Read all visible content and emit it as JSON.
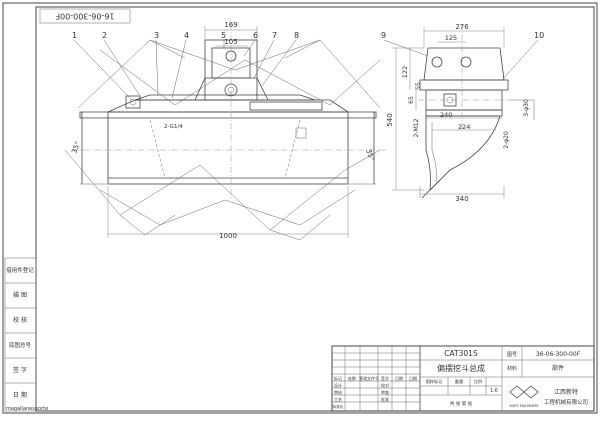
{
  "drawing_number_rotated": "16-06-300-00F",
  "balloons": [
    "1",
    "2",
    "3",
    "4",
    "5",
    "6",
    "7",
    "8",
    "9",
    "10"
  ],
  "dimensions": {
    "top_width": "169",
    "inner_width": "105",
    "overall_length": "1000",
    "right_top": "276",
    "right_inner": "125",
    "right_240": "240",
    "right_224": "224",
    "right_340": "340",
    "right_height": "540",
    "right_v1": "122",
    "right_v2": "65",
    "right_v3": "55",
    "left_angle": "35°",
    "right_angle": "35°",
    "note_m12": "2-M12",
    "note_phi20": "2-φ20",
    "note_phi30": "3-φ30",
    "note_left": "2-G1/4"
  },
  "left_column": [
    "借用件登记",
    "描 图",
    "校 核",
    "底图总号",
    "签 字",
    "日 期"
  ],
  "title_block": {
    "model": "CAT301S",
    "name": "偏摆挖斗总成",
    "drawing_label": "图号",
    "drawing_no": "36-06-300-00F",
    "material_label": "材料",
    "material": "部件",
    "stage_label": "图样标记",
    "weight_label": "重量",
    "scale_label": "比例",
    "scale": "1:6",
    "sheet_text": "共 张 第 张",
    "company_line1": "江西新特",
    "company_line2": "工程机械有限公司",
    "logo_caption": "XINTE MACHINERY",
    "rev_headers": [
      "标记",
      "处数",
      "更改文件号",
      "签字",
      "日期"
    ],
    "role_labels": [
      "设计",
      "审核",
      "工艺",
      "标准化",
      "批准"
    ],
    "role_short": [
      "校对",
      "审查",
      "日期"
    ]
  },
  "watermark": "magallanesporte"
}
